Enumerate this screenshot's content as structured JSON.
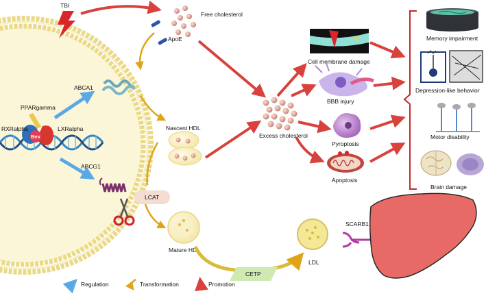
{
  "labels": {
    "tbi": "TBI",
    "free_cholesterol": "Free cholesterol",
    "apoe": "ApoE",
    "abca1": "ABCA1",
    "ppargamma": "PPARgamma",
    "rxralpha": "RXRalpha",
    "lxralpha": "LXRalpha",
    "bex": "Bex",
    "abcg1": "ABCG1",
    "nascent_hdl": "Nascent HDL",
    "lcat": "LCAT",
    "mature_hdl": "Mature HDL",
    "cetp": "CETP",
    "ldl": "LDL",
    "scarb1": "SCARB1",
    "excess_cholesterol": "Excess cholesterol",
    "cell_membrane_damage": "Cell membrane damage",
    "bbb_injury": "BBB injury",
    "pyroptosis": "Pyroptosis",
    "apoptosis": "Apoptosis",
    "memory_impairment": "Memory impairment",
    "depression_like_behavior": "Depression-like behavior",
    "motor_disability": "Motor disability",
    "brain_damage": "Brain damage"
  },
  "legend": {
    "regulation": "Regulation",
    "transformation": "Transformation",
    "promotion": "Promotion"
  },
  "colors": {
    "regulation_arrow": "#5aa9e6",
    "transformation_arrow": "#e0a418",
    "promotion_arrow": "#d9413c",
    "bracket": "#c62828",
    "liver": "#e86a66",
    "membrane": "#f3e7a6",
    "cell_interior": "#fbf6d8"
  },
  "icons": {
    "tbi": "lightning-bolt-icon",
    "scissors": "scissors-icon",
    "receptor": "receptor-icon"
  }
}
